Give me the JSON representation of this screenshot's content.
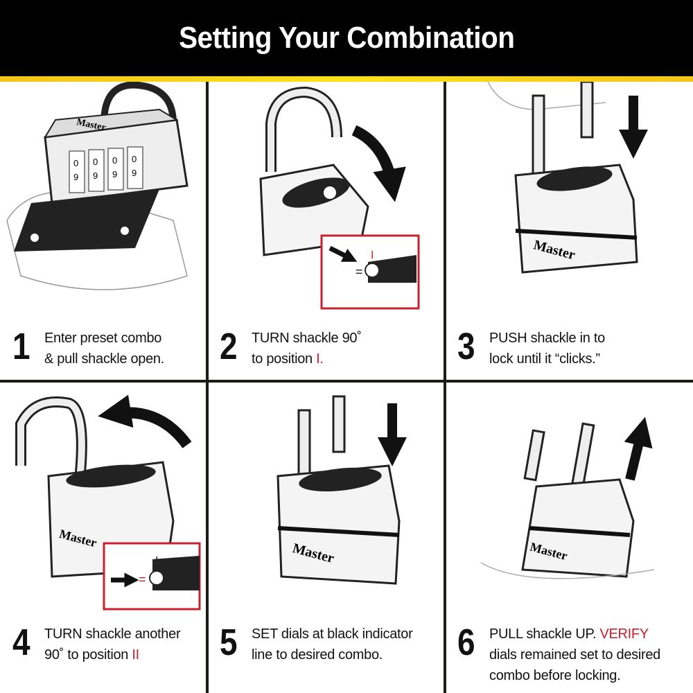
{
  "header": {
    "title": "Setting Your Combination"
  },
  "colors": {
    "header_bg": "#000000",
    "stripe": "#f5c518",
    "accent_red": "#c8202f"
  },
  "logo_text": "Master",
  "dial_digits": [
    "0",
    "9"
  ],
  "steps": [
    {
      "number": "1",
      "line1": "Enter preset combo",
      "line2": "& pull shackle open."
    },
    {
      "number": "2",
      "line1": "TURN shackle 90˚",
      "line2": "to position ",
      "highlight": "I."
    },
    {
      "number": "3",
      "line1": "PUSH shackle in to",
      "line2": "lock until it “clicks.”"
    },
    {
      "number": "4",
      "line1": "TURN shackle another",
      "line2": "90˚ to position ",
      "highlight": "II"
    },
    {
      "number": "5",
      "line1": "SET dials at black indicator",
      "line2": "line to desired combo."
    },
    {
      "number": "6",
      "line1": "PULL shackle UP. ",
      "line1_highlight": "VERIFY",
      "line2": "dials remained set to desired",
      "line3": "combo before locking."
    }
  ]
}
